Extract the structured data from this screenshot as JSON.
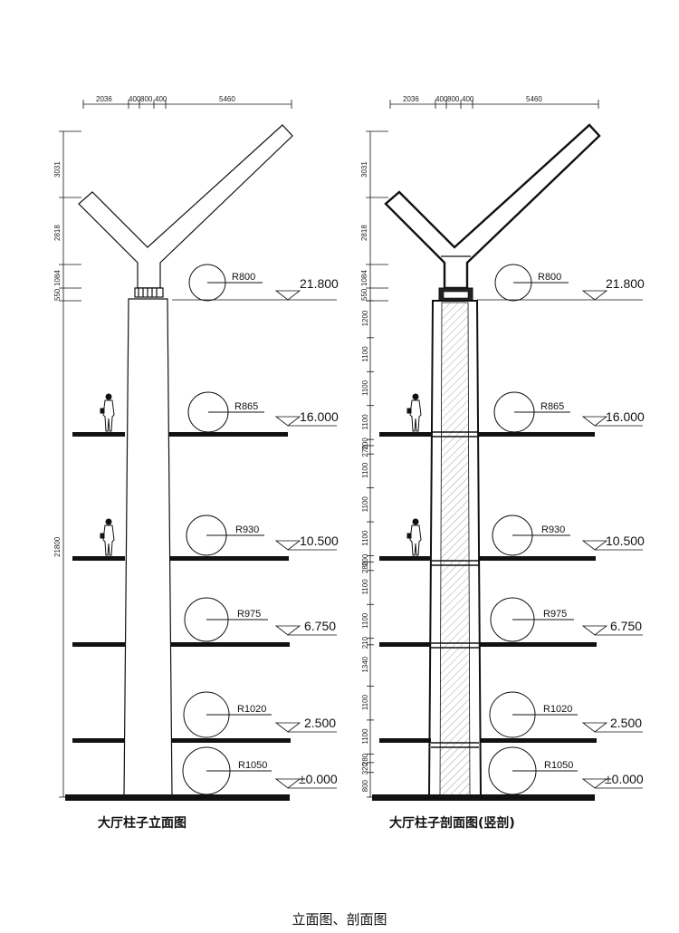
{
  "top_dims": [
    "2036",
    "400",
    "800",
    "400",
    "5460"
  ],
  "left_dims": [
    "3031",
    "2818",
    "1084",
    "550"
  ],
  "main_dim": "21800",
  "section_dims": [
    "1200",
    "1100",
    "1100",
    "1100",
    "200",
    "270",
    "1100",
    "1100",
    "1100",
    "200",
    "280",
    "1100",
    "1100",
    "210",
    "1340",
    "1100",
    "1100",
    "280",
    "320",
    "800"
  ],
  "levels": [
    "21.800",
    "16.000",
    "10.500",
    "6.750",
    "2.500",
    "±0.000"
  ],
  "radii": [
    "R800",
    "R865",
    "R930",
    "R975",
    "R1020",
    "R1050"
  ],
  "elevation_title": "大厅柱子立面图",
  "section_title": "大厅柱子剖面图(竖剖)",
  "page_caption": "立面图、剖面图",
  "colors": {
    "ink": "#111111",
    "hatch": "#555555",
    "fill_white": "#ffffff"
  }
}
